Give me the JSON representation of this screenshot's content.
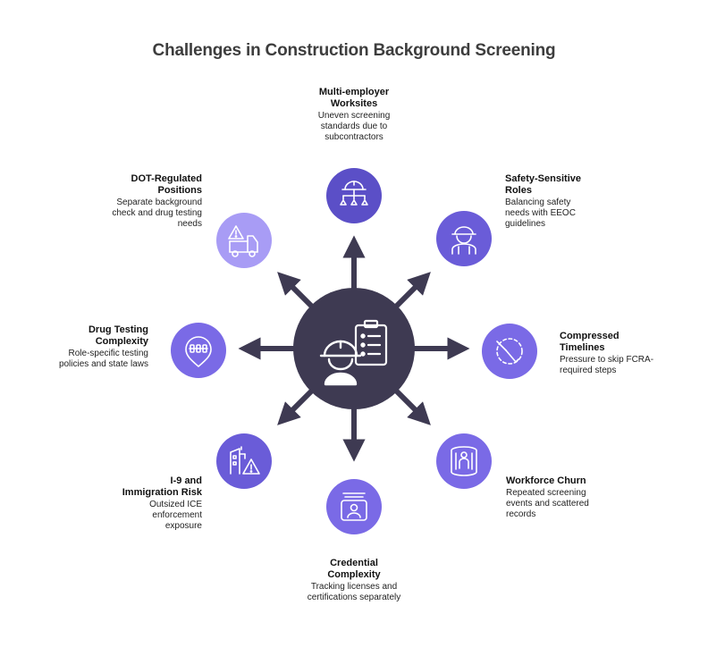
{
  "title": "Challenges in Construction Background Screening",
  "colors": {
    "hub": "#3e3a52",
    "arrow": "#3e3a52",
    "node_dark": "#5b4fc7",
    "node_mid": "#7a6ae6",
    "node_light": "#a89cf5",
    "icon_stroke": "#ffffff"
  },
  "center": {
    "icons": [
      "hard-hat-worker-icon",
      "clipboard-checklist-icon"
    ]
  },
  "nodes": [
    {
      "id": "multi-employer",
      "title": "Multi-employer Worksites",
      "desc": "Uneven screening standards due to subcontractors",
      "icon": "org-chart-hard-hat-icon"
    },
    {
      "id": "safety-sensitive",
      "title": "Safety-Sensitive Roles",
      "desc": "Balancing safety needs with EEOC guidelines",
      "icon": "worker-helmet-icon"
    },
    {
      "id": "compressed-timelines",
      "title": "Compressed Timelines",
      "desc": "Pressure to skip FCRA-required steps",
      "icon": "stopwatch-icon"
    },
    {
      "id": "workforce-churn",
      "title": "Workforce Churn",
      "desc": "Repeated screening events and scattered records",
      "icon": "person-rotation-icon"
    },
    {
      "id": "credential-complexity",
      "title": "Credential Complexity",
      "desc": "Tracking licenses and certifications separately",
      "icon": "id-card-icon"
    },
    {
      "id": "i9-immigration",
      "title": "I-9 and Immigration Risk",
      "desc": "Outsized ICE enforcement exposure",
      "icon": "building-warning-icon"
    },
    {
      "id": "drug-testing",
      "title": "Drug Testing Complexity",
      "desc": "Role-specific testing policies and state laws",
      "icon": "test-tubes-pin-icon"
    },
    {
      "id": "dot-regulated",
      "title": "DOT-Regulated Positions",
      "desc": "Separate background check and drug testing needs",
      "icon": "truck-warning-icon"
    }
  ]
}
